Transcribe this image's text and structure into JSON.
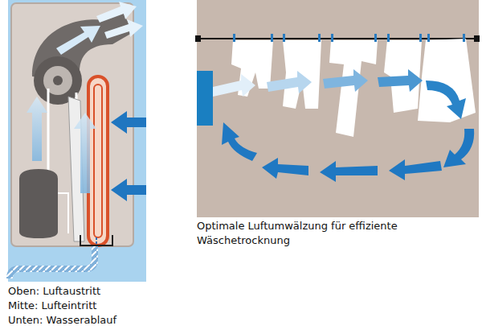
{
  "diagram": {
    "labels": [
      "Oben: Luftaustritt",
      "Mitte: Lufteintritt",
      "Unten: Wasserablauf",
      "Optimale Luftumwälzung für effiziente Wäschetrocknung"
    ]
  }
}
